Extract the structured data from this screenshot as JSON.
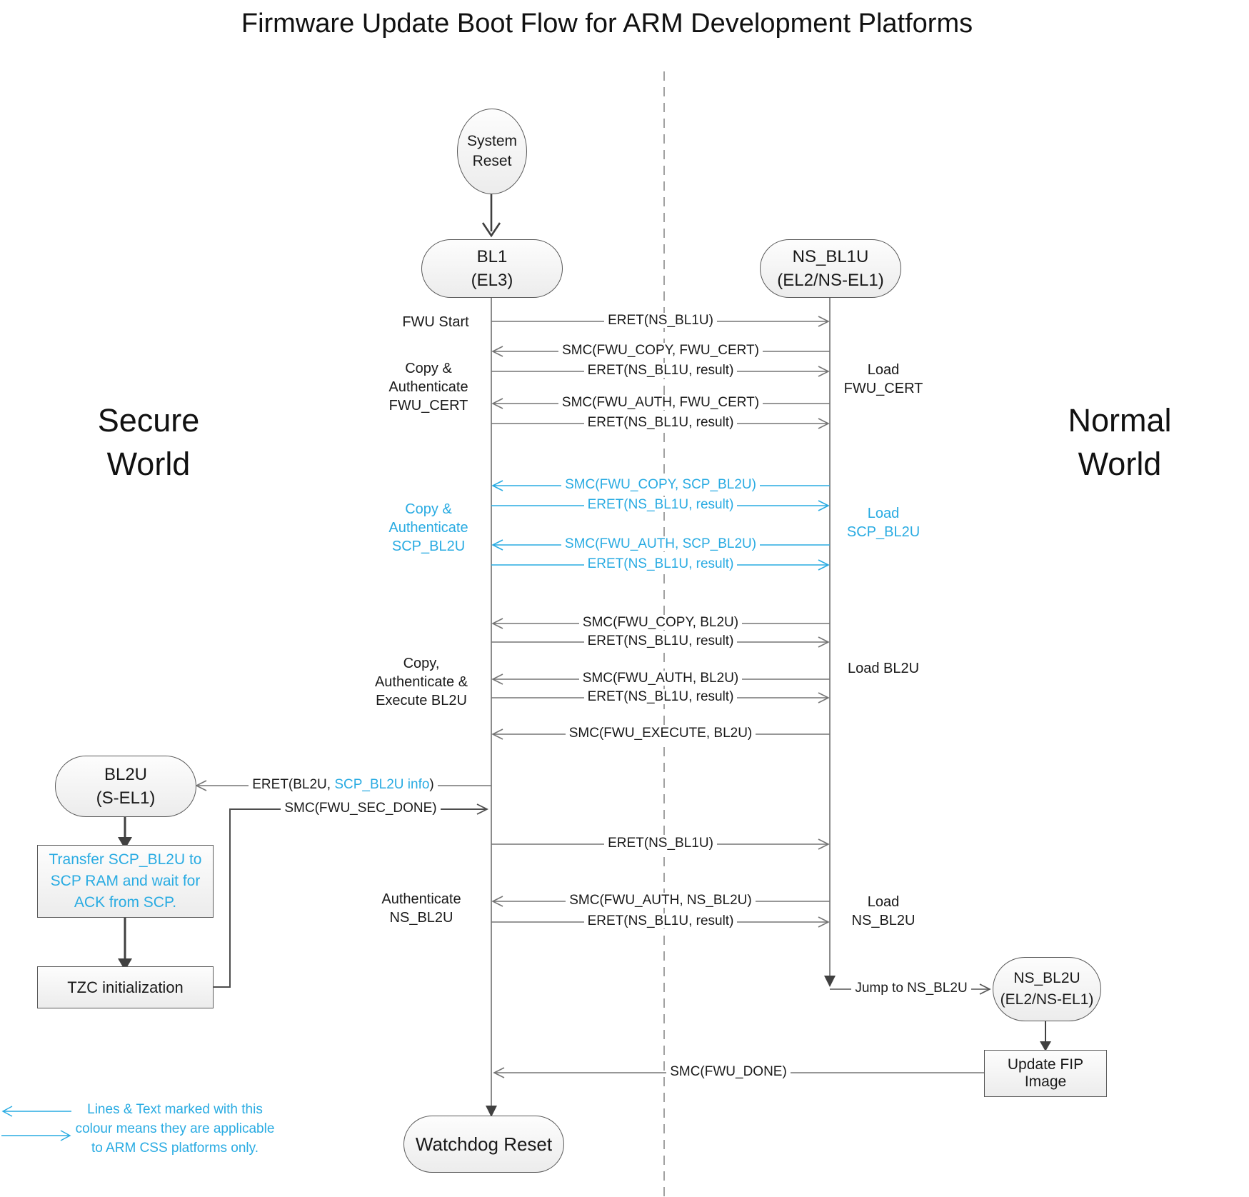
{
  "title": "Firmware Update Boot Flow for ARM Development Platforms",
  "colors": {
    "accent_cyan": "#29ABE2",
    "line_gray": "#757575",
    "dark_arrow": "#404040",
    "node_border": "#595959",
    "text": "#1a1a1a"
  },
  "worlds": {
    "secure_line1": "Secure",
    "secure_line2": "World",
    "normal_line1": "Normal",
    "normal_line2": "World"
  },
  "nodes": {
    "system_reset": {
      "line1": "System",
      "line2": "Reset"
    },
    "bl1": {
      "line1": "BL1",
      "line2": "(EL3)"
    },
    "ns_bl1u": {
      "line1": "NS_BL1U",
      "line2": "(EL2/NS-EL1)"
    },
    "bl2u": {
      "line1": "BL2U",
      "line2": "(S-EL1)"
    },
    "ns_bl2u": {
      "line1": "NS_BL2U",
      "line2": "(EL2/NS-EL1)"
    },
    "watchdog_reset": {
      "label": "Watchdog Reset"
    },
    "transfer_scp": {
      "line1": "Transfer SCP_BL2U to",
      "line2": "SCP RAM and wait for",
      "line3": "ACK from SCP."
    },
    "tzc_init": {
      "label": "TZC initialization"
    },
    "update_fip": {
      "label": "Update FIP Image"
    }
  },
  "messages": {
    "m1": {
      "label": "ERET(NS_BL1U)",
      "direction": "right"
    },
    "m2": {
      "label": "SMC(FWU_COPY, FWU_CERT)",
      "direction": "left"
    },
    "m3": {
      "label": "ERET(NS_BL1U, result)",
      "direction": "right"
    },
    "m4": {
      "label": "SMC(FWU_AUTH, FWU_CERT)",
      "direction": "left"
    },
    "m5": {
      "label": "ERET(NS_BL1U, result)",
      "direction": "right"
    },
    "m6": {
      "label": "SMC(FWU_COPY, SCP_BL2U)",
      "direction": "left",
      "css_applies": true
    },
    "m7": {
      "label": "ERET(NS_BL1U, result)",
      "direction": "right",
      "css_applies": true
    },
    "m8": {
      "label": "SMC(FWU_AUTH, SCP_BL2U)",
      "direction": "left",
      "css_applies": true
    },
    "m9": {
      "label": "ERET(NS_BL1U, result)",
      "direction": "right",
      "css_applies": true
    },
    "m10": {
      "label": "SMC(FWU_COPY, BL2U)",
      "direction": "left"
    },
    "m11": {
      "label": "ERET(NS_BL1U, result)",
      "direction": "right"
    },
    "m12": {
      "label": "SMC(FWU_AUTH, BL2U)",
      "direction": "left"
    },
    "m13": {
      "label": "ERET(NS_BL1U, result)",
      "direction": "right"
    },
    "m14": {
      "label": "SMC(FWU_EXECUTE, BL2U)",
      "direction": "left"
    },
    "m15": {
      "pre": "ERET(BL2U, ",
      "cyan_part": "SCP_BL2U info",
      "post": ")",
      "direction": "left"
    },
    "m16": {
      "label": "SMC(FWU_SEC_DONE)",
      "direction": "right"
    },
    "m17": {
      "label": "ERET(NS_BL1U)",
      "direction": "right"
    },
    "m18": {
      "label": "SMC(FWU_AUTH, NS_BL2U)",
      "direction": "left"
    },
    "m19": {
      "label": "ERET(NS_BL1U, result)",
      "direction": "right"
    },
    "m20": {
      "label": "Jump to NS_BL2U",
      "direction": "right"
    },
    "m21": {
      "label": "SMC(FWU_DONE)",
      "direction": "left"
    }
  },
  "side_labels": {
    "fwu_start": {
      "label": "FWU Start"
    },
    "copy_auth_fwu_cert": {
      "line1": "Copy &",
      "line2": "Authenticate",
      "line3": "FWU_CERT"
    },
    "load_fwu_cert": {
      "line1": "Load",
      "line2": "FWU_CERT"
    },
    "copy_auth_scp_bl2u": {
      "line1": "Copy &",
      "line2": "Authenticate",
      "line3": "SCP_BL2U",
      "css_applies": true
    },
    "load_scp_bl2u": {
      "line1": "Load",
      "line2": "SCP_BL2U",
      "css_applies": true
    },
    "copy_auth_exec_bl2u": {
      "line1": "Copy,",
      "line2": "Authenticate &",
      "line3": "Execute BL2U"
    },
    "load_bl2u": {
      "label": "Load BL2U"
    },
    "auth_ns_bl2u": {
      "line1": "Authenticate",
      "line2": "NS_BL2U"
    },
    "load_ns_bl2u": {
      "line1": "Load",
      "line2": "NS_BL2U"
    }
  },
  "legend": {
    "line1": "Lines & Text marked with this",
    "line2": "colour means they are applicable",
    "line3": "to ARM CSS platforms only."
  }
}
